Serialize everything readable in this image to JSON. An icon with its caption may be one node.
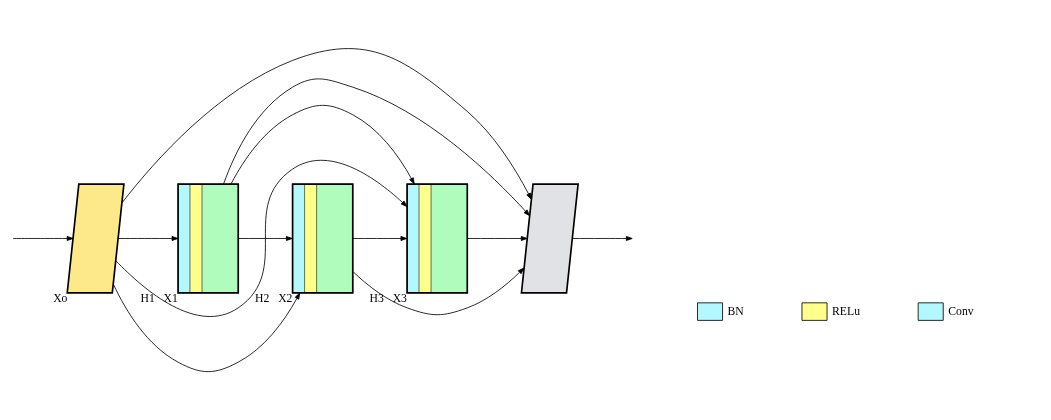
{
  "diagram": {
    "nodes": [
      {
        "text": [],
        "shape": "parallelogram",
        "beside": [
          "Xo"
        ]
      },
      {
        "text": [],
        "shape": "stack",
        "beside": [
          "H1",
          "X1"
        ]
      },
      {
        "text": [],
        "shape": "stack",
        "beside": [
          "H2",
          "X2"
        ]
      },
      {
        "text": [],
        "shape": "stack",
        "beside": [
          "H3",
          "X3"
        ]
      },
      {
        "text": [],
        "shape": "parallelogram"
      }
    ],
    "edges": [
      {
        "from": null,
        "to": 0,
        "arrow": "to"
      },
      {
        "from": 0,
        "to": 1,
        "arrow": "to"
      },
      {
        "from": 0,
        "to": 2,
        "arrow": "to"
      },
      {
        "from": 0,
        "to": 3,
        "arrow": "to"
      },
      {
        "from": 0,
        "to": 4,
        "arrow": "to"
      },
      {
        "from": 1,
        "to": 2,
        "arrow": "to"
      },
      {
        "from": 1,
        "to": 3,
        "arrow": "to"
      },
      {
        "from": 1,
        "to": 4,
        "arrow": "to"
      },
      {
        "from": 2,
        "to": 3,
        "arrow": "to"
      },
      {
        "from": 2,
        "to": 4,
        "arrow": "to"
      },
      {
        "from": 3,
        "to": 4,
        "arrow": "to"
      },
      {
        "from": 4,
        "to": null,
        "arrow": "to"
      }
    ],
    "legend": [
      {
        "text": "BN",
        "color": "#b3f7ff"
      },
      {
        "text": "RELu",
        "color": "#ffff8c"
      },
      {
        "text": "Conv",
        "color": "#b3f7ff"
      }
    ]
  }
}
